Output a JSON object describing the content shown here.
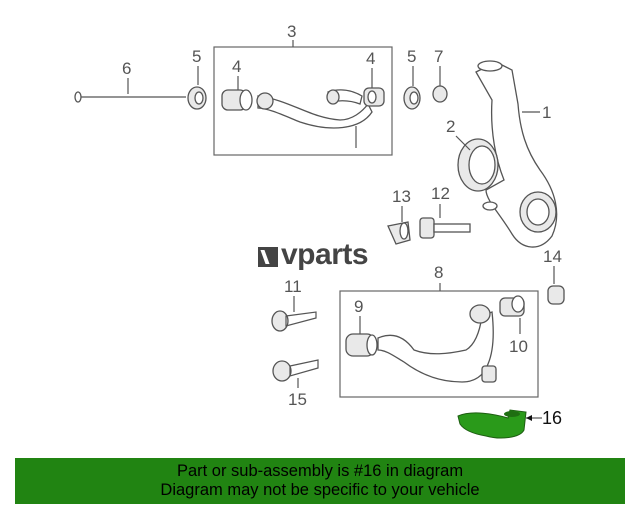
{
  "logo": {
    "text": "vparts"
  },
  "callouts": {
    "c1": "1",
    "c2": "2",
    "c3": "3",
    "c4a": "4",
    "c4b": "4",
    "c5a": "5",
    "c5b": "5",
    "c6": "6",
    "c7": "7",
    "c8": "8",
    "c9": "9",
    "c10": "10",
    "c11": "11",
    "c12": "12",
    "c13": "13",
    "c14": "14",
    "c15": "15",
    "c16": "16"
  },
  "highlight": {
    "part": "16",
    "color": "#2a9a1a"
  },
  "banner": {
    "line1": "Part or sub-assembly is #16 in diagram",
    "line2": "Diagram may not be specific to your vehicle",
    "color": "#218412"
  }
}
